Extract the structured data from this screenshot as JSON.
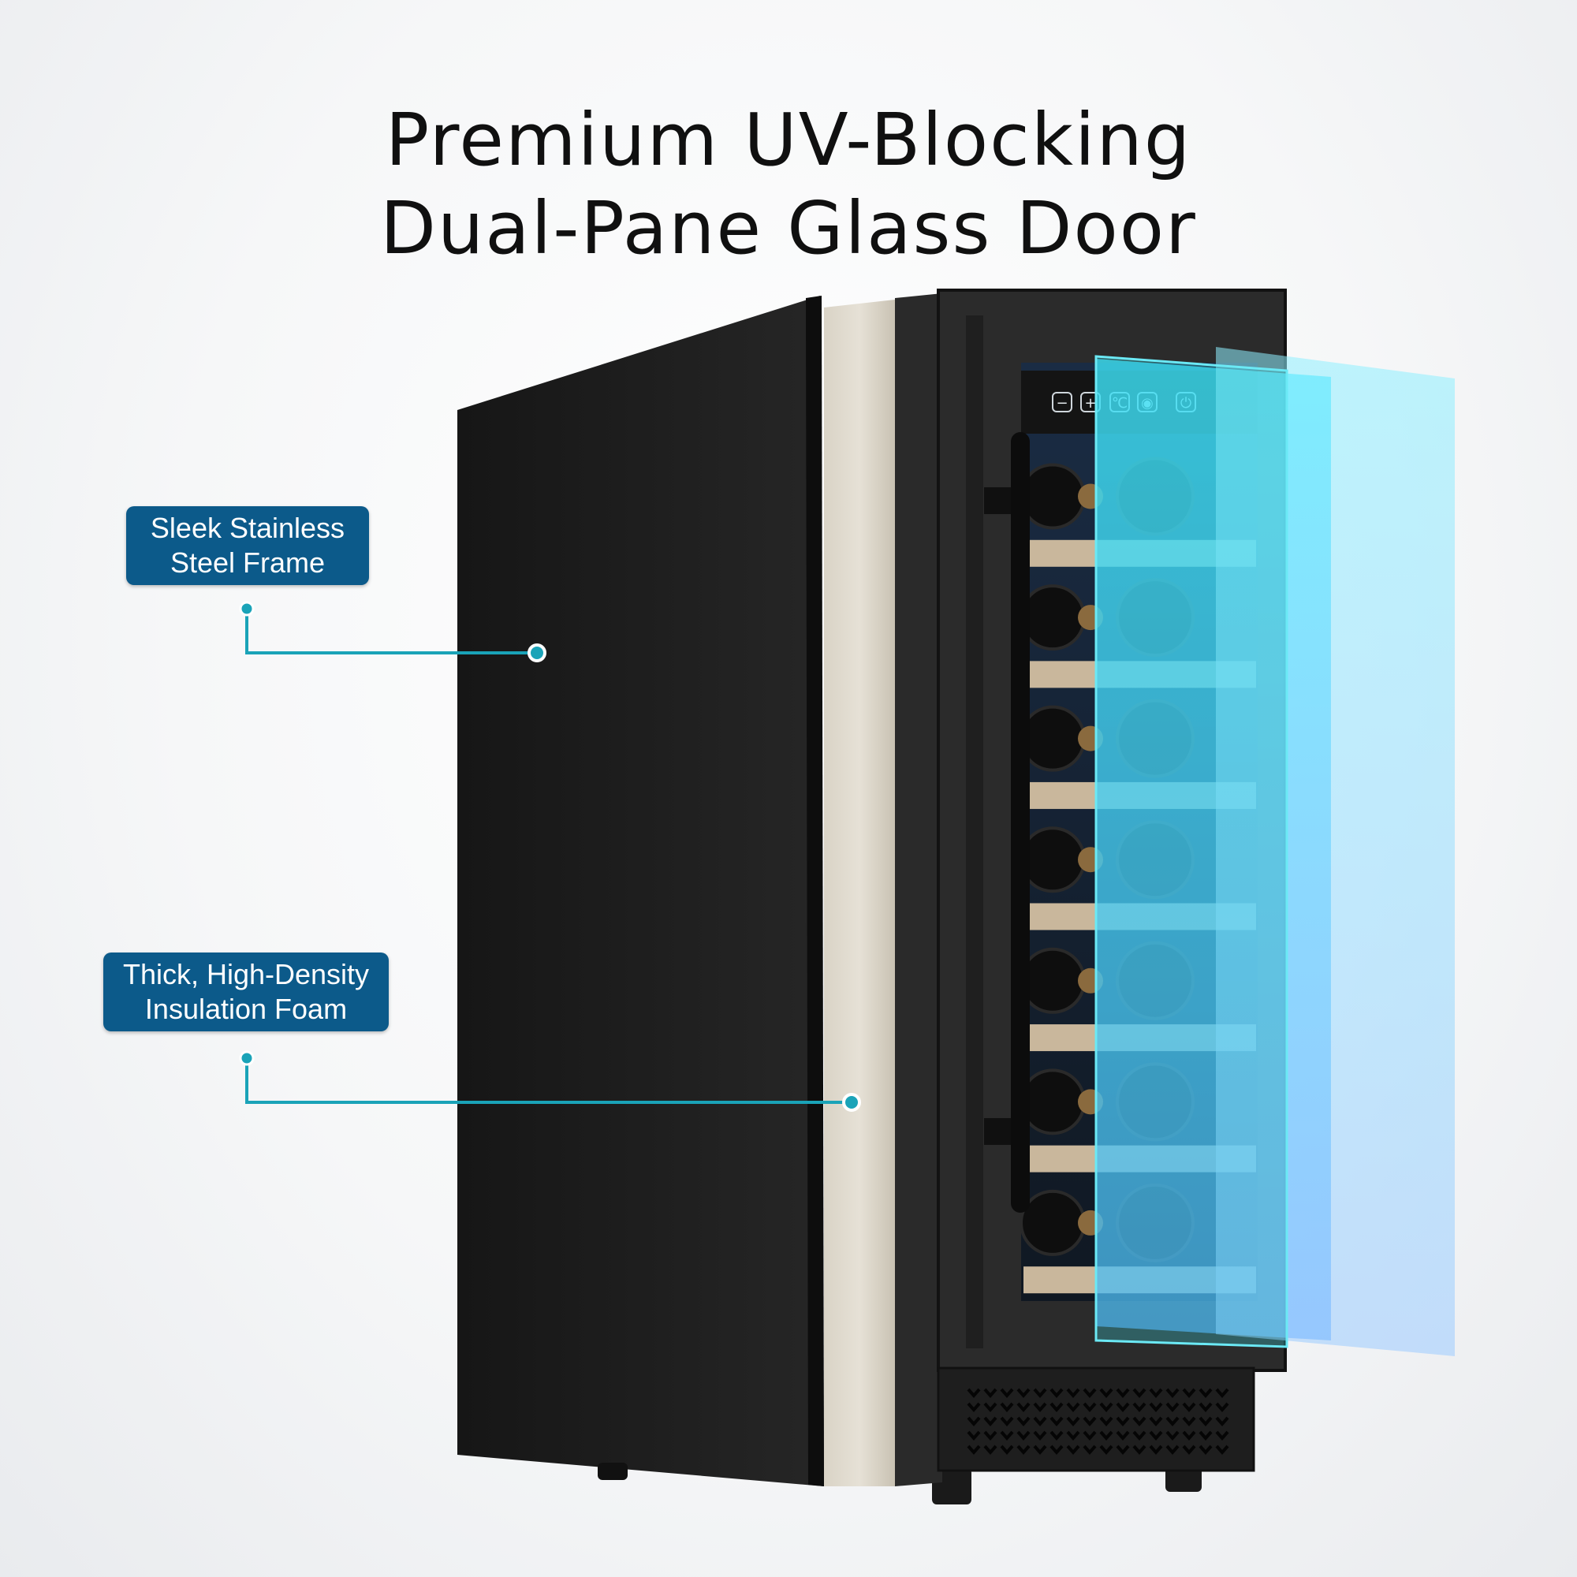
{
  "title": {
    "line1": "Premium UV-Blocking",
    "line2": "Dual-Pane Glass Door"
  },
  "callouts": [
    {
      "line1": "Sleek Stainless",
      "line2": "Steel Frame"
    },
    {
      "line1": "Thick, High-Density",
      "line2": "Insulation Foam"
    }
  ],
  "colors": {
    "callout_bg": "#0c5a8a",
    "leader_line": "#1aa3b8",
    "glass_tint": "#4fd8f5",
    "cabinet": "#1e1e1e"
  },
  "control_panel_icons": [
    "minus-icon",
    "plus-icon",
    "unit-toggle-icon",
    "light-icon",
    "power-icon"
  ],
  "shelf_count": 7
}
